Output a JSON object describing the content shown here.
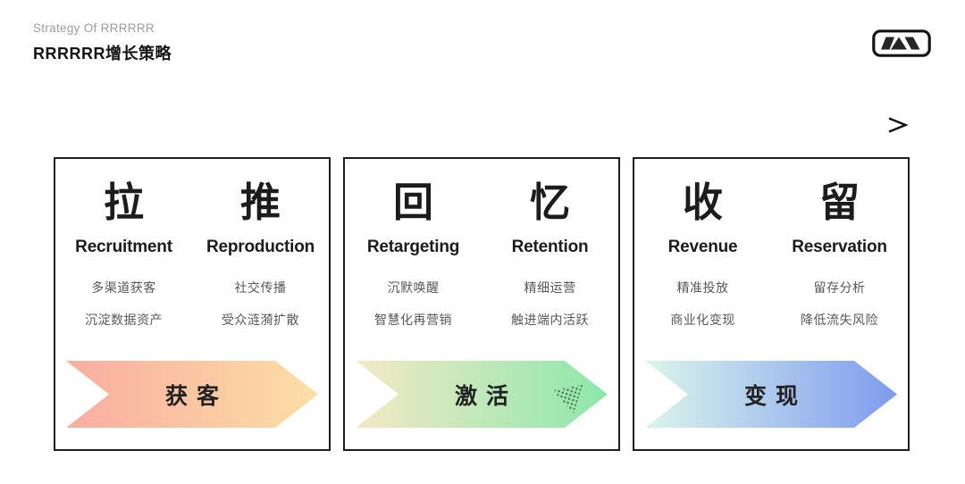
{
  "header": {
    "subtitle": "Strategy Of RRRRRR",
    "title": "RRRRRR增长策略"
  },
  "icons": {
    "logo": "mountain-logo",
    "flow_arrow": "right-arrow"
  },
  "colors": {
    "background": "#ffffff",
    "box_border": "#1e1e1e",
    "heading_text": "#1c1c1c",
    "muted_text": "#585858",
    "subtitle_text": "#9d9d9d",
    "arrow_dark": "#0c0c0c"
  },
  "stages": [
    {
      "name": "acquisition",
      "columns": [
        {
          "char": "拉",
          "en": "Recruitment",
          "points": [
            "多渠道获客",
            "沉淀数据资产"
          ]
        },
        {
          "char": "推",
          "en": "Reproduction",
          "points": [
            "社交传播",
            "受众涟漪扩散"
          ]
        }
      ],
      "banner": {
        "label": "获客",
        "gradient_from": "#f9aca0",
        "gradient_to": "#fcdfa6"
      }
    },
    {
      "name": "activation",
      "columns": [
        {
          "char": "回",
          "en": "Retargeting",
          "points": [
            "沉默唤醒",
            "智慧化再营销"
          ]
        },
        {
          "char": "忆",
          "en": "Retention",
          "points": [
            "精细运营",
            "触进端内活跃"
          ]
        }
      ],
      "banner": {
        "label": "激活",
        "gradient_from": "#f4e9c5",
        "gradient_to": "#8ce7ac"
      }
    },
    {
      "name": "monetization",
      "columns": [
        {
          "char": "收",
          "en": "Revenue",
          "points": [
            "精准投放",
            "商业化变现"
          ]
        },
        {
          "char": "留",
          "en": "Reservation",
          "points": [
            "留存分析",
            "降低流失风险"
          ]
        }
      ],
      "banner": {
        "label": "变现",
        "gradient_from": "#dbf5ec",
        "gradient_to": "#7d9bee"
      }
    }
  ]
}
